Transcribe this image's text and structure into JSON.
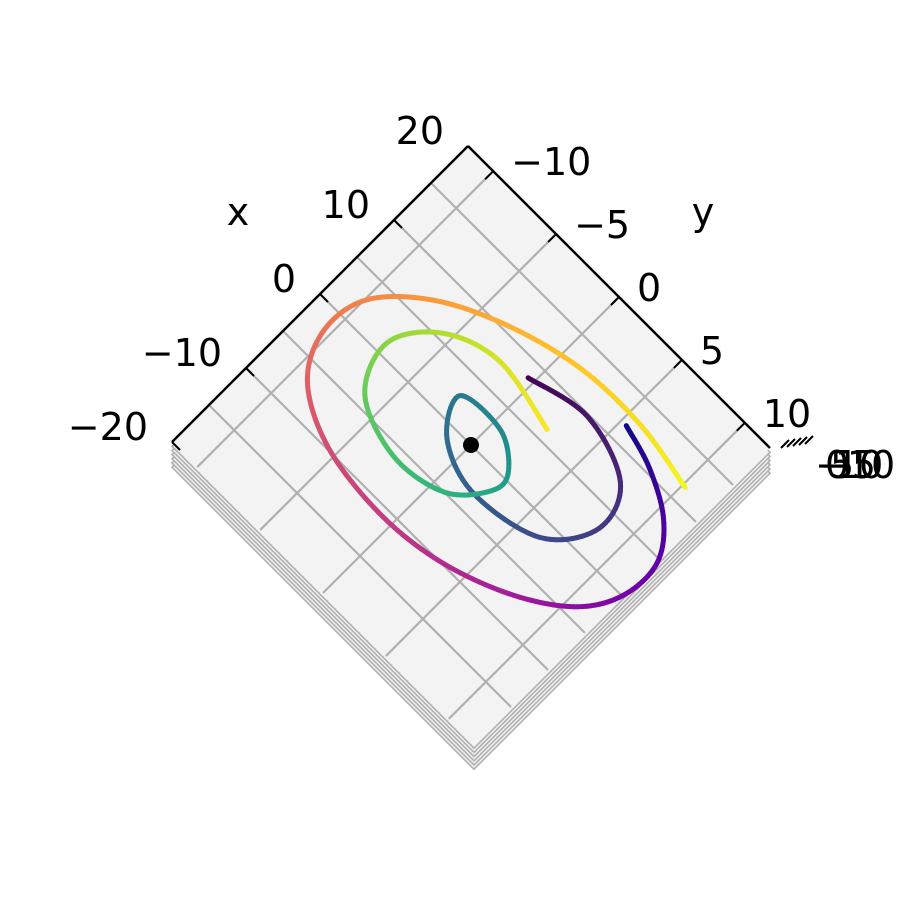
{
  "chart_data": {
    "type": "line",
    "projection": "3d-top-down-rotated",
    "title": "",
    "x_axis": {
      "label": "x",
      "ticks": [
        -20,
        -10,
        0,
        10,
        20
      ],
      "range": [
        -20,
        20
      ]
    },
    "y_axis": {
      "label": "y",
      "ticks": [
        -10,
        -5,
        0,
        5,
        10
      ],
      "range": [
        -12,
        12
      ]
    },
    "z_axis": {
      "label": "",
      "tick_label_text": "−10−5 0 5 10 (overlapping)"
    },
    "grid": true,
    "pane_color": "#f3f3f3",
    "grid_color": "#b0b0b0",
    "colormaps": {
      "orbit_1": "plasma",
      "orbit_2": "viridis"
    },
    "center_point": {
      "x": 0,
      "y": 0,
      "color": "#000000"
    },
    "series": [
      {
        "colormap": "plasma",
        "note_points": "(x, y) pairs along orbit, start → end",
        "points": [
          [
            11.8,
            5.4
          ],
          [
            10.5,
            8.0
          ],
          [
            8.0,
            10.6
          ],
          [
            4.5,
            12.1
          ],
          [
            0.0,
            12.0
          ],
          [
            -4.0,
            10.5
          ],
          [
            -7.5,
            7.4
          ],
          [
            -10.0,
            3.3
          ],
          [
            -10.8,
            -1.0
          ],
          [
            -9.8,
            -5.6
          ],
          [
            -6.8,
            -9.0
          ],
          [
            -2.2,
            -10.4
          ],
          [
            2.8,
            -9.9
          ],
          [
            7.3,
            -7.2
          ],
          [
            10.6,
            -3.2
          ],
          [
            12.6,
            1.4
          ],
          [
            12.8,
            6.0
          ],
          [
            11.6,
            10.2
          ]
        ]
      },
      {
        "colormap": "viridis",
        "note_points": "(x, y) pairs along orbit, start → end",
        "points": [
          [
            8.4,
            -0.4
          ],
          [
            9.8,
            3.5
          ],
          [
            7.6,
            7.4
          ],
          [
            3.0,
            8.4
          ],
          [
            -1.6,
            6.4
          ],
          [
            -3.1,
            2.0
          ],
          [
            -1.2,
            -1.2
          ],
          [
            2.6,
            -2.4
          ],
          [
            3.0,
            0.6
          ],
          [
            0.6,
            2.6
          ],
          [
            -1.8,
            2.6
          ],
          [
            -5.0,
            0.8
          ],
          [
            -6.0,
            -2.6
          ],
          [
            -3.8,
            -6.2
          ],
          [
            1.2,
            -7.4
          ],
          [
            5.6,
            -5.6
          ],
          [
            7.6,
            -2.2
          ],
          [
            6.2,
            2.4
          ]
        ]
      }
    ]
  }
}
